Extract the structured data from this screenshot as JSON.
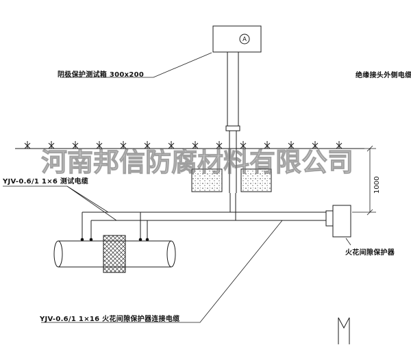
{
  "drawing": {
    "watermark": "河南邦信防腐材料有限公司",
    "labels": {
      "test_box": "阴极保护测试箱 300x200",
      "outer_cable": "绝缘接头外侧电缆",
      "test_cable": "YJV-0.6/1 1×6  测试电缆",
      "spark_protector": "火花间隙保护器",
      "connect_cable": "YJV-0.6/1 1×16  火花间隙保护器连接电缆",
      "dimension_1000": "1000",
      "meter": "A"
    },
    "colors": {
      "line": "#1a1a1a",
      "watermark": "#969696",
      "background": "#ffffff"
    }
  }
}
